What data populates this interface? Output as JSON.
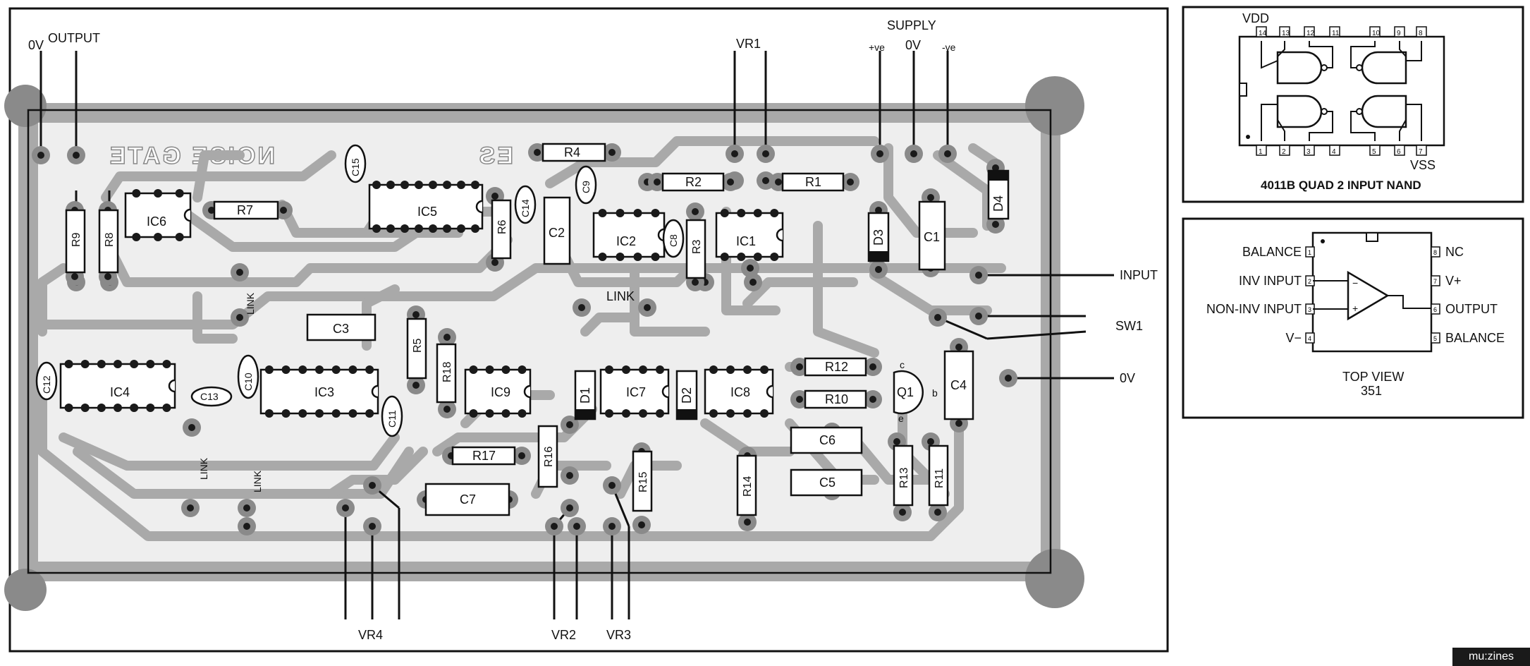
{
  "pcb": {
    "board_name": "NOISE GATE",
    "board_code": "ES",
    "connections": {
      "zero_v_left": "0V",
      "output": "OUTPUT",
      "vr1": "VR1",
      "supply": "SUPPLY",
      "plus_ve": "+ve",
      "supply_0v": "0V",
      "minus_ve": "-ve",
      "input": "INPUT",
      "sw1": "SW1",
      "zero_v_right": "0V",
      "vr4": "VR4",
      "vr2": "VR2",
      "vr3": "VR3"
    },
    "links": [
      "LINK",
      "LINK",
      "LINK",
      "LINK"
    ],
    "ics": [
      "IC1",
      "IC2",
      "IC3",
      "IC4",
      "IC5",
      "IC6",
      "IC7",
      "IC8",
      "IC9"
    ],
    "resistors": [
      "R1",
      "R2",
      "R3",
      "R4",
      "R5",
      "R6",
      "R7",
      "R8",
      "R9",
      "R10",
      "R11",
      "R12",
      "R13",
      "R14",
      "R15",
      "R16",
      "R17",
      "R18"
    ],
    "capacitors": [
      "C1",
      "C2",
      "C3",
      "C4",
      "C5",
      "C6",
      "C7",
      "C8",
      "C9",
      "C10",
      "C11",
      "C12",
      "C13",
      "C14",
      "C15"
    ],
    "diodes": [
      "D1",
      "D2",
      "D3",
      "D4"
    ],
    "transistor": {
      "name": "Q1",
      "pins": [
        "c",
        "e",
        "b"
      ]
    }
  },
  "chip_4011": {
    "vdd": "VDD",
    "vss": "VSS",
    "title": "4011B QUAD 2 INPUT NAND",
    "pins_top": [
      "14",
      "13",
      "12",
      "11",
      "10",
      "9",
      "8"
    ],
    "pins_bottom": [
      "1",
      "2",
      "3",
      "4",
      "5",
      "6",
      "7"
    ]
  },
  "chip_351": {
    "left_pins": [
      "BALANCE",
      "INV INPUT",
      "NON-INV INPUT",
      "V−"
    ],
    "right_pins": [
      "NC",
      "V+",
      "OUTPUT",
      "BALANCE"
    ],
    "left_nums": [
      "1",
      "2",
      "3",
      "4"
    ],
    "right_nums": [
      "8",
      "7",
      "6",
      "5"
    ],
    "view": "TOP VIEW",
    "part": "351"
  },
  "watermark": "mu:zines"
}
